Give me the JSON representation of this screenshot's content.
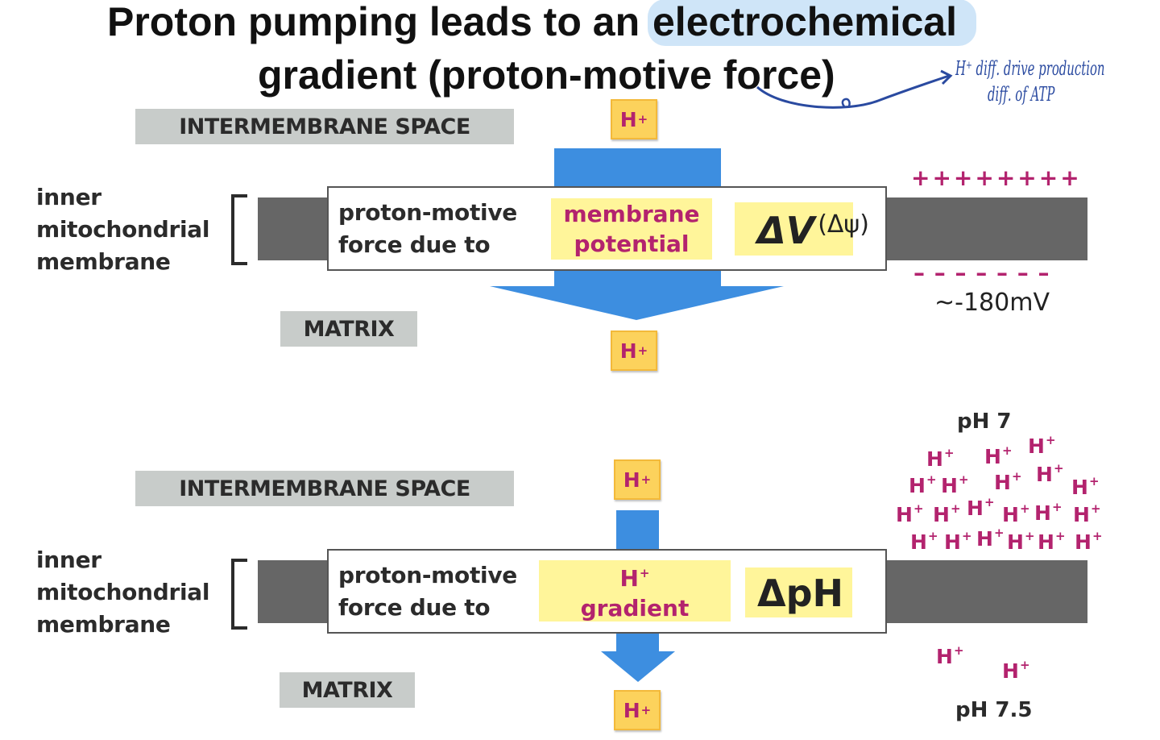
{
  "title": {
    "line1_prefix": "Proton pumping leads to an ",
    "line1_highlight": "electrochemical",
    "line2": "gradient (proton-motive force)"
  },
  "handwritten_note": {
    "line1": "H⁺ diff. drive production",
    "line2": "diff. of ATP"
  },
  "colors": {
    "arrow_blue": "#3d8ee0",
    "membrane_gray": "#666666",
    "highlight_yellow": "#fff59a",
    "proton_magenta": "#b3236e",
    "tile_yellow": "#fcd25c",
    "title_highlight": "#cfe5f8"
  },
  "panels": [
    {
      "intermembrane_label": "INTERMEMBRANE SPACE",
      "side_label": [
        "inner",
        "mitochondrial",
        "membrane"
      ],
      "pmf_text": [
        "proton-motive",
        "force due to"
      ],
      "highlight": [
        "membrane",
        "potential"
      ],
      "symbol": "ΔV",
      "symbol_note": "(Δψ)",
      "matrix_label": "MATRIX",
      "top_ion": "H+",
      "bottom_ion": "H+",
      "plus_charges": "++++++++",
      "minus_charges": "– – – – – – –",
      "voltage": "~-180mV"
    },
    {
      "intermembrane_label": "INTERMEMBRANE SPACE",
      "side_label": [
        "inner",
        "mitochondrial",
        "membrane"
      ],
      "pmf_text": [
        "proton-motive",
        "force due to"
      ],
      "highlight": [
        "H+",
        "gradient"
      ],
      "symbol": "ΔpH",
      "matrix_label": "MATRIX",
      "top_ion": "H+",
      "bottom_ion": "H+",
      "ph_top": "pH 7",
      "ph_bottom": "pH 7.5",
      "ion_label": "H"
    }
  ]
}
